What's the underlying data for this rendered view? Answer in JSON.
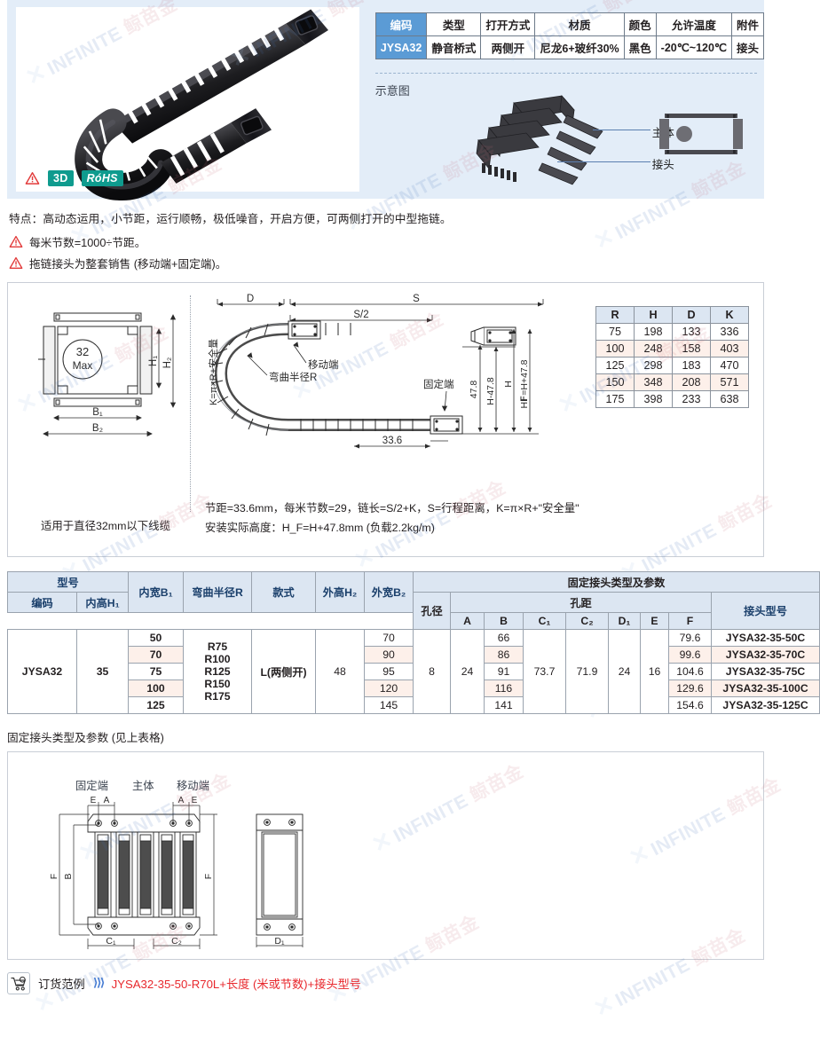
{
  "header": {
    "spec_table": {
      "headers": [
        "编码",
        "类型",
        "打开方式",
        "材质",
        "颜色",
        "允许温度",
        "附件"
      ],
      "values": [
        "JYSA32",
        "静音桥式",
        "两侧开",
        "尼龙6+玻纤30%",
        "黑色",
        "-20℃~120℃",
        "接头"
      ]
    },
    "schematic_label": "示意图",
    "callouts": [
      "主体",
      "接头"
    ],
    "badges": {
      "warning_icon": "warning-triangle-icon",
      "badge_3d": "3D",
      "badge_rohs": "RóHS"
    }
  },
  "features": {
    "main": "特点：高动态运用，小节距，运行顺畅，极低噪音，开启方便，可两侧打开的中型拖链。",
    "notes": [
      "每米节数=1000÷节距。",
      "拖链接头为整套销售 (移动端+固定端)。"
    ]
  },
  "diagram": {
    "left_caption": "适用于直径32mm以下线缆",
    "left_labels": {
      "bore": "32",
      "bore_sub": "Max",
      "h1": "H₁",
      "h2": "H₂",
      "b1": "B₁",
      "b2": "B₂"
    },
    "right_labels": {
      "k_formula": "K=π×R+安全量",
      "d": "D",
      "s": "S",
      "s2": "S/2",
      "moving_end": "移动端",
      "bend_radius": "弯曲半径R",
      "fixed_end": "固定端",
      "v4778": "47.8",
      "h_minus": "H-47.8",
      "h": "H",
      "hf": "H_F=H+47.8",
      "pitch": "33.6"
    },
    "notes": [
      "节距=33.6mm，每米节数=29，链长=S/2+K，S=行程距离，K=π×R+\"安全量\"",
      "安装实际高度：H_F=H+47.8mm (负载2.2kg/m)"
    ],
    "rhdk_table": {
      "headers": [
        "R",
        "H",
        "D",
        "K"
      ],
      "rows": [
        [
          "75",
          "198",
          "133",
          "336"
        ],
        [
          "100",
          "248",
          "158",
          "403"
        ],
        [
          "125",
          "298",
          "183",
          "470"
        ],
        [
          "150",
          "348",
          "208",
          "571"
        ],
        [
          "175",
          "398",
          "233",
          "638"
        ]
      ]
    }
  },
  "main_table": {
    "group_model": "型号",
    "group_fixed": "固定接头类型及参数",
    "group_hole": "孔距",
    "headers": {
      "code": "编码",
      "inner_h": "内高H₁",
      "inner_w": "内宽B₁",
      "bend_r": "弯曲半径R",
      "style": "款式",
      "outer_h": "外高H₂",
      "outer_w": "外宽B₂",
      "hole_d": "孔径",
      "a": "A",
      "b": "B",
      "c1": "C₁",
      "c2": "C₂",
      "d1": "D₁",
      "e": "E",
      "f": "F",
      "conn_model": "接头型号"
    },
    "code": "JYSA32",
    "inner_h": "35",
    "style": "L(两侧开)",
    "outer_h": "48",
    "hole_d": "8",
    "a": "24",
    "c1": "73.7",
    "c2": "71.9",
    "d1": "24",
    "e": "16",
    "rows": [
      {
        "inner_w": "50",
        "bend_r": "R75",
        "outer_w": "70",
        "b": "66",
        "f": "79.6",
        "conn": "JYSA32-35-50C"
      },
      {
        "inner_w": "70",
        "bend_r": "R100",
        "outer_w": "90",
        "b": "86",
        "f": "99.6",
        "conn": "JYSA32-35-70C"
      },
      {
        "inner_w": "75",
        "bend_r": "R125",
        "outer_w": "95",
        "b": "91",
        "f": "104.6",
        "conn": "JYSA32-35-75C"
      },
      {
        "inner_w": "100",
        "bend_r": "R150",
        "outer_w": "120",
        "b": "116",
        "f": "129.6",
        "conn": "JYSA32-35-100C"
      },
      {
        "inner_w": "125",
        "bend_r": "R175",
        "outer_w": "145",
        "b": "141",
        "f": "154.6",
        "conn": "JYSA32-35-125C"
      }
    ]
  },
  "connector_section": {
    "title": "固定接头类型及参数 (见上表格)",
    "labels": [
      "固定端",
      "主体",
      "移动端"
    ],
    "dims": {
      "e": "E",
      "a": "A",
      "f": "F",
      "b": "B",
      "c1": "C₁",
      "c2": "C₂",
      "d1": "D₁"
    }
  },
  "order": {
    "label": "订货范例",
    "arrow": "⟩⟩⟩",
    "value": "JYSA32-35-50-R70L+长度 (米或节数)+接头型号",
    "icon": "cart-icon"
  },
  "watermark": {
    "brand": "INFINITE",
    "cn": "鲸苗金"
  },
  "colors": {
    "accent_blue": "#5b9bd5",
    "panel_bg": "#e3edf8",
    "order_red": "#e8282d",
    "table_head": "#dce6f2",
    "alt_row": "#fdf0ea",
    "badge_green": "#0f9b8e"
  }
}
